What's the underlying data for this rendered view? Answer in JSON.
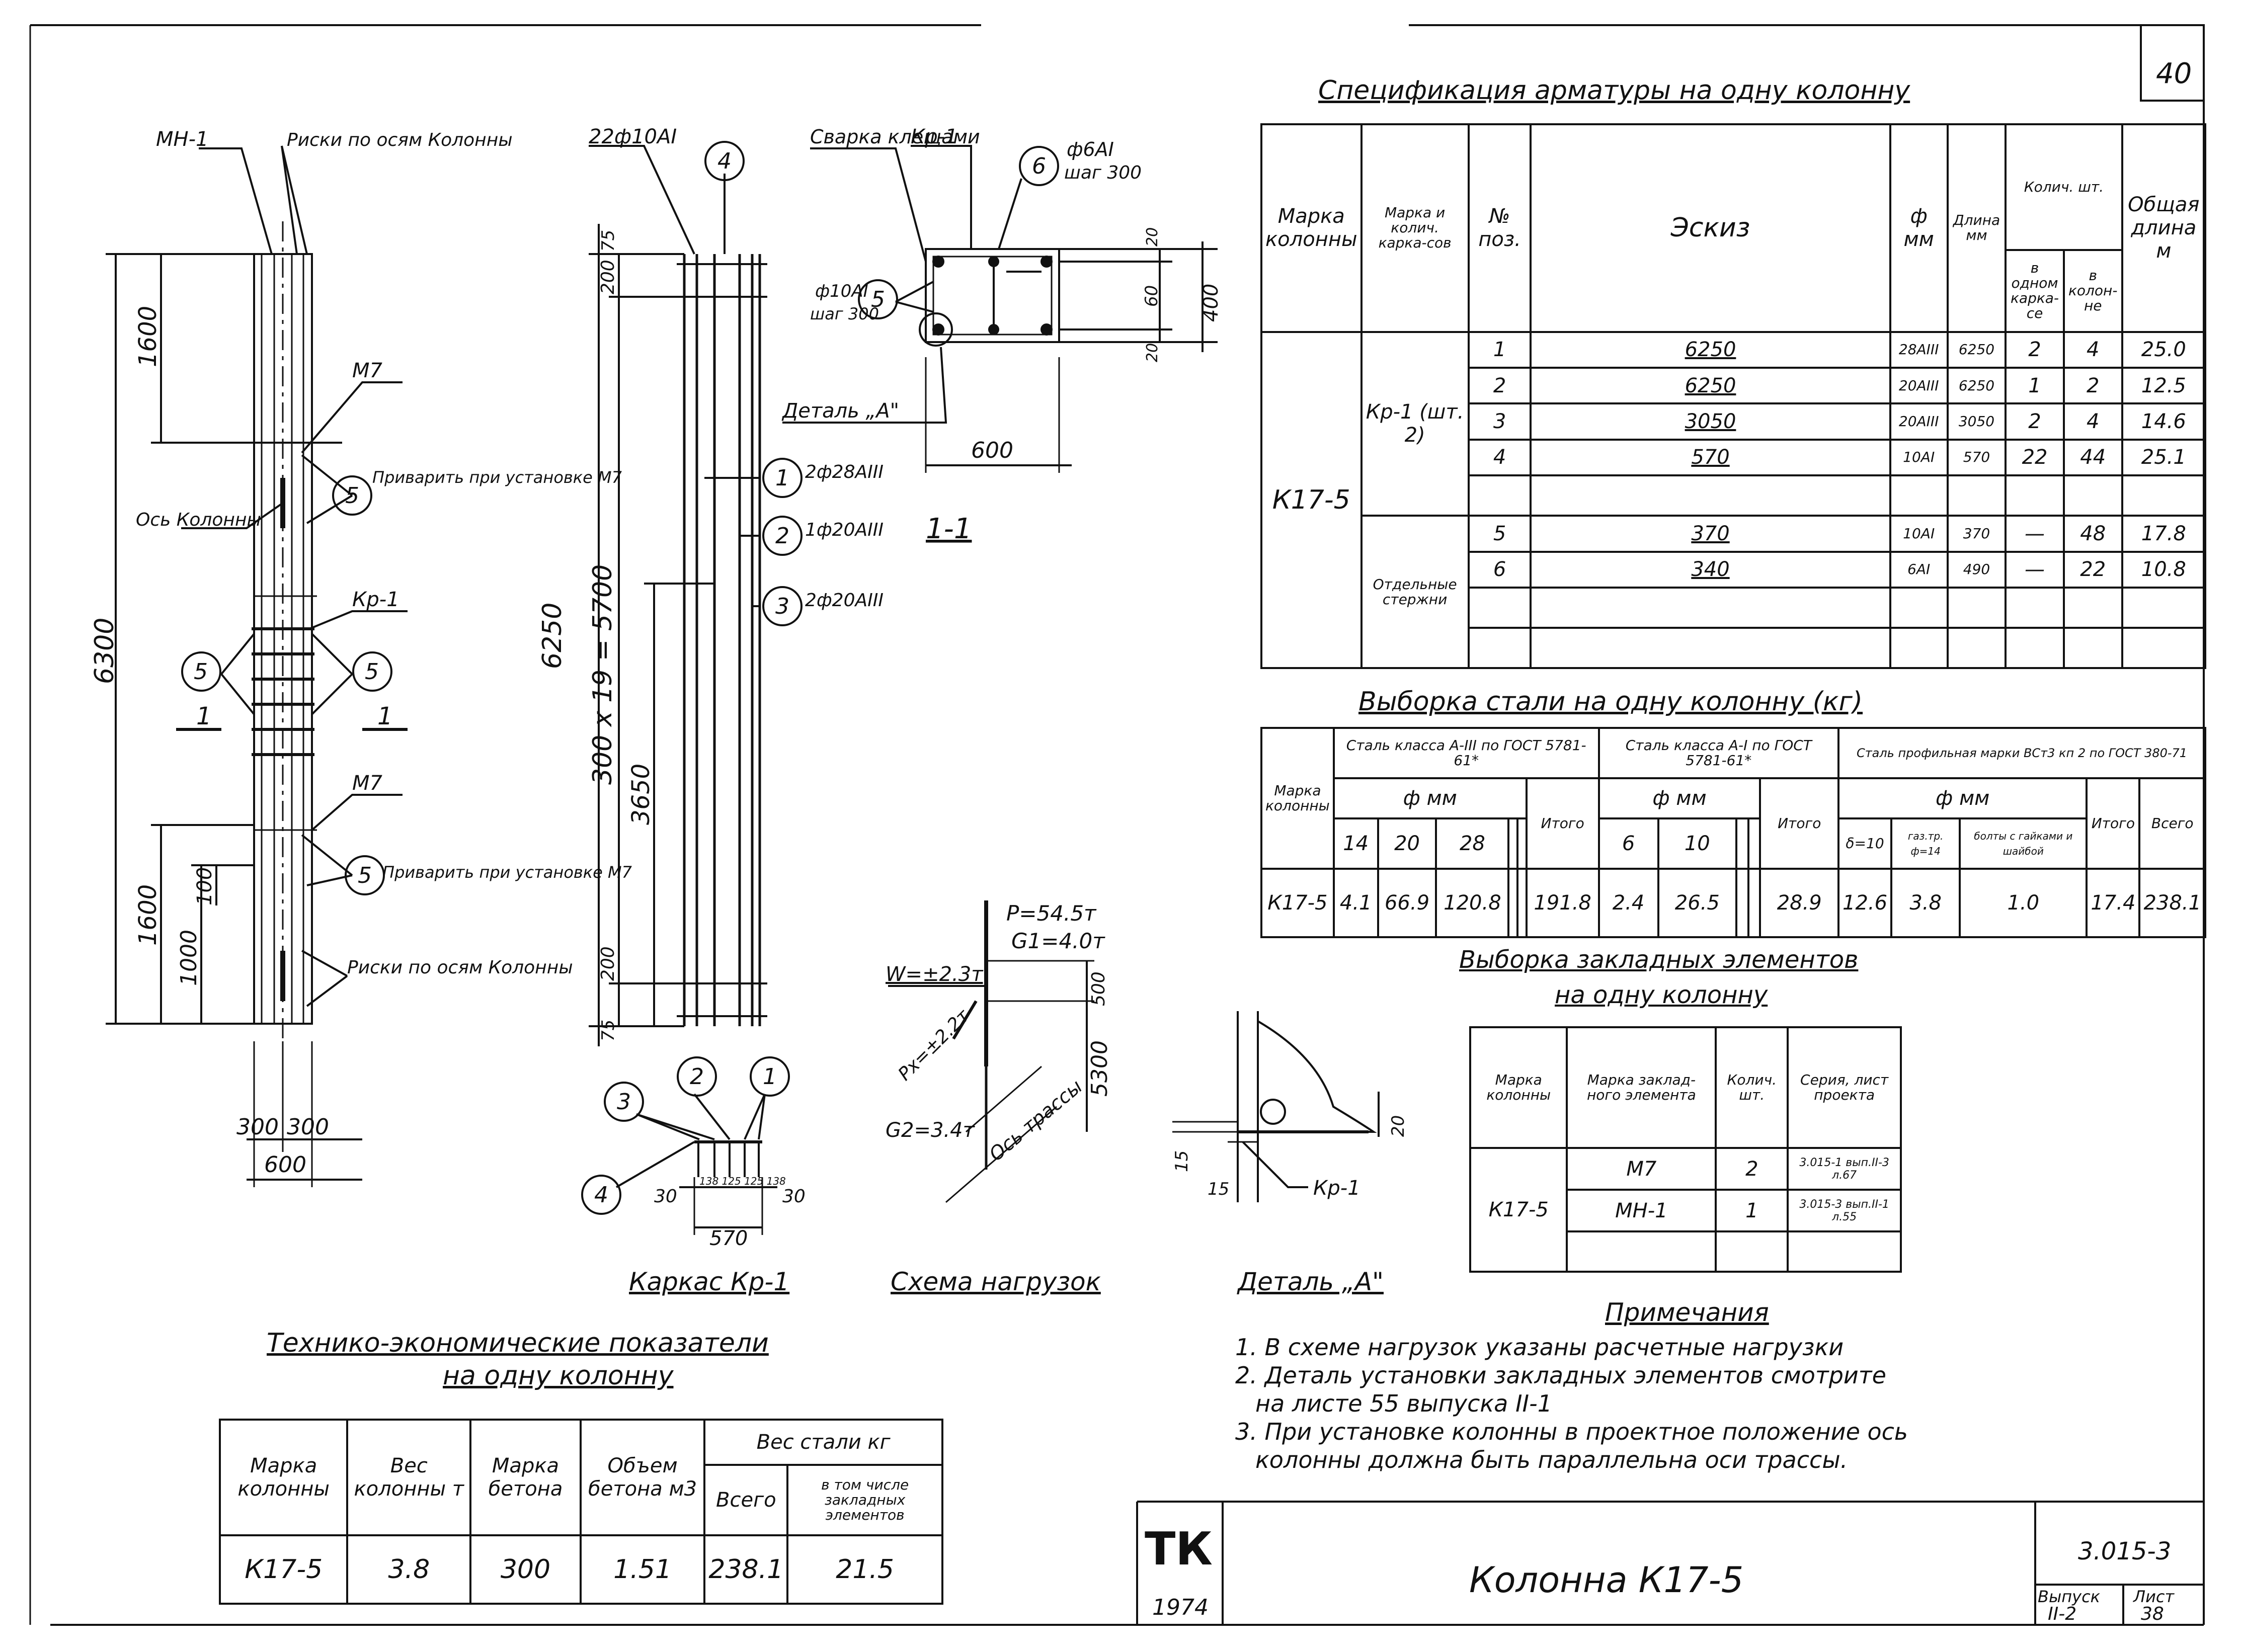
{
  "sheet": {
    "page_number": "40",
    "drawing_title": "Колонна К17-5",
    "series": "3.015-3",
    "issue_label": "Выпуск",
    "issue": "II-2",
    "sheet_label": "Лист",
    "sheet_no": "38",
    "logo": "ТК",
    "year": "1974"
  },
  "elevation": {
    "mn1": "МН-1",
    "axis_marks_top": "Риски по осям Колонны",
    "m7_top": "М7",
    "weld_note_top": "Приварить при установке М7",
    "axis_label": "Ось Колонны",
    "kr1": "Кр-1",
    "m7_bottom": "М7",
    "weld_note_bottom": "Приварить при установке М7",
    "axis_marks_bottom": "Риски по осям Колонны",
    "section_1": "1",
    "callout_5": "5",
    "dim_1600_top": "1600",
    "dim_6300": "6300",
    "dim_1600_bottom": "1600",
    "dim_100": "100",
    "dim_1000": "1000",
    "dim_300a": "300",
    "dim_300b": "300",
    "dim_600": "600"
  },
  "cage": {
    "bars_top": "22ф10АI",
    "callout_4": "4",
    "dim_75_top": "75",
    "dim_200_top": "200",
    "dim_6250": "6250",
    "dim_5700": "300 x 19 = 5700",
    "dim_3650": "3650",
    "dim_200_bottom": "200",
    "dim_75_bottom": "75",
    "callout_1": "1",
    "callout_2": "2",
    "callout_3": "3",
    "bar_1": "2ф28АIII",
    "bar_2": "1ф20АIII",
    "bar_3": "2ф20АIII",
    "caption": "Каркас Кр-1",
    "sec_dim_30a": "30",
    "sec_dim_30b": "30",
    "sec_dim_570": "570",
    "sec_dims_inner": "138 125 125 138"
  },
  "section": {
    "weld": "Сварка клещами",
    "kr1": "Кр-1",
    "callout_6": "6",
    "bar_6": "ф6АI",
    "step_6": "шаг 300",
    "bar_5": "ф10АI",
    "step_5": "шаг 300",
    "callout_5": "5",
    "detail": "Деталь „А\"",
    "dim_600": "600",
    "dim_20a": "20",
    "dim_60": "60",
    "dim_20b": "20",
    "dim_400": "400",
    "label": "1-1"
  },
  "loads": {
    "p": "P=54.5т",
    "g1": "G1=4.0т",
    "w": "W=±2.3т",
    "px": "Px=±2.2т",
    "g2": "G2=3.4т",
    "dim_500": "500",
    "dim_5300": "5300",
    "axis": "Ось трассы",
    "caption": "Схема нагрузок"
  },
  "detail_a": {
    "dim_20": "20",
    "dim_15a": "15",
    "dim_15b": "15",
    "kr1": "Кр-1",
    "caption": "Деталь „А\""
  },
  "spec": {
    "title": "Спецификация арматуры на одну колонну",
    "headers": {
      "mark": "Марка колонны",
      "frame_mark": "Марка и колич. карка-сов",
      "pos": "№ поз.",
      "sketch": "Эскиз",
      "dia": "ф мм",
      "length": "Длина мм",
      "qty": "Колич. шт.",
      "qty_frame": "в одном карка-се",
      "qty_column": "в колон-не",
      "total": "Общая длина м"
    },
    "column_mark": "К17-5",
    "group_1": "Кр-1 (шт. 2)",
    "group_2": "Отдельные стержни",
    "rows": [
      {
        "pos": "1",
        "sketch": "6250",
        "dia": "28АIII",
        "length": "6250",
        "qty_frame": "2",
        "qty_column": "4",
        "total": "25.0"
      },
      {
        "pos": "2",
        "sketch": "6250",
        "dia": "20АIII",
        "length": "6250",
        "qty_frame": "1",
        "qty_column": "2",
        "total": "12.5"
      },
      {
        "pos": "3",
        "sketch": "3050",
        "dia": "20АIII",
        "length": "3050",
        "qty_frame": "2",
        "qty_column": "4",
        "total": "14.6"
      },
      {
        "pos": "4",
        "sketch": "570",
        "dia": "10АI",
        "length": "570",
        "qty_frame": "22",
        "qty_column": "44",
        "total": "25.1"
      },
      {
        "pos": "5",
        "sketch": "370",
        "dia": "10АI",
        "length": "370",
        "qty_frame": "—",
        "qty_column": "48",
        "total": "17.8"
      },
      {
        "pos": "6",
        "sketch": "340",
        "dia": "6АI",
        "length": "490",
        "qty_frame": "—",
        "qty_column": "22",
        "total": "10.8"
      }
    ]
  },
  "steel": {
    "title": "Выборка стали на одну колонну (кг)",
    "headers": {
      "mark": "Марка колонны",
      "class_a3": "Сталь класса А-III по ГОСТ 5781-61*",
      "class_a1": "Сталь класса А-I по ГОСТ 5781-61*",
      "profile": "Сталь профильная марки ВСт3 кп 2 по ГОСТ 380-71",
      "dia_mm": "ф мм",
      "total": "Итого",
      "grand": "Всего",
      "d14": "14",
      "d20": "20",
      "d28": "28",
      "d6": "6",
      "d10": "10",
      "p1": "δ=10",
      "p2": "газ.тр. ф=14",
      "p3": "болты с гайками и шайбой"
    },
    "row": {
      "mark": "К17-5",
      "d14": "4.1",
      "d20": "66.9",
      "d28": "120.8",
      "sum_a3": "191.8",
      "d6": "2.4",
      "d10": "26.5",
      "sum_a1": "28.9",
      "p1": "12.6",
      "p2": "3.8",
      "p3": "1.0",
      "sum_p": "17.4",
      "grand": "238.1"
    }
  },
  "embedded": {
    "title_1": "Выборка закладных элементов",
    "title_2": "на одну колонну",
    "headers": {
      "mark": "Марка колонны",
      "element": "Марка заклад-ного элемента",
      "qty": "Колич. шт.",
      "series": "Серия, лист проекта"
    },
    "mark": "К17-5",
    "rows": [
      {
        "element": "М7",
        "qty": "2",
        "series": "3.015-1 вып.II-3 л.67"
      },
      {
        "element": "МН-1",
        "qty": "1",
        "series": "3.015-3 вып.II-1 л.55"
      }
    ]
  },
  "notes": {
    "title": "Примечания",
    "lines": [
      "1. В схеме нагрузок указаны расчетные нагрузки",
      "2. Деталь установки закладных элементов смотрите",
      "на листе 55 выпуска II-1",
      "3. При установке колонны в проектное положение ось",
      "колонны должна быть параллельна оси трассы."
    ]
  },
  "tep": {
    "title_1": "Технико-экономические показатели",
    "title_2": "на одну колонну",
    "headers": {
      "mark": "Марка колонны",
      "weight": "Вес колонны т",
      "concrete": "Марка бетона",
      "volume": "Объем бетона м3",
      "steel": "Вес стали кг",
      "total": "Всего",
      "embedded": "в том числе закладных элементов"
    },
    "row": {
      "mark": "К17-5",
      "weight": "3.8",
      "concrete": "300",
      "volume": "1.51",
      "total": "238.1",
      "embedded": "21.5"
    }
  }
}
